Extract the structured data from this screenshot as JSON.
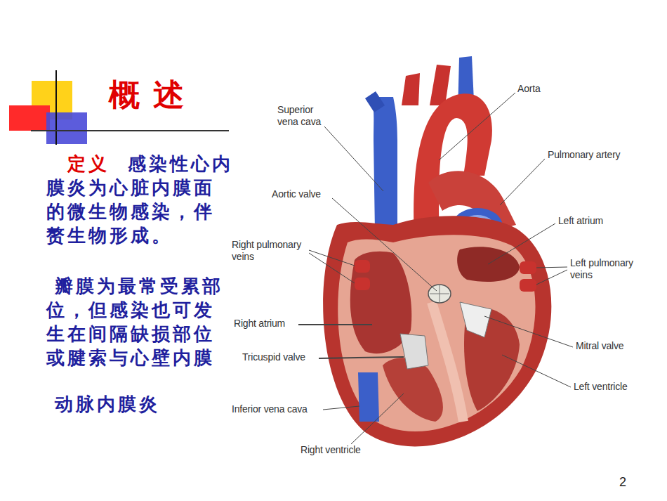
{
  "diagram": {
    "title": "概 述",
    "labels": [
      "定义",
      "感染性心内膜炎为心脏内膜面的微生物感染，伴赘生物形成。",
      "瓣膜为最常受累部位，但感染也可发生在间隔缺损部位或腱索与心壁内膜",
      "动脉内膜炎",
      "Superior vena cava",
      "Aorta",
      "Pulmonary artery",
      "Aortic valve",
      "Left atrium",
      "Right pulmonary veins",
      "Left pulmonary veins",
      "Right atrium",
      "Mitral valve",
      "Tricuspid valve",
      "Left ventricle",
      "Inferior vena cava",
      "Right ventricle",
      "2"
    ]
  }
}
